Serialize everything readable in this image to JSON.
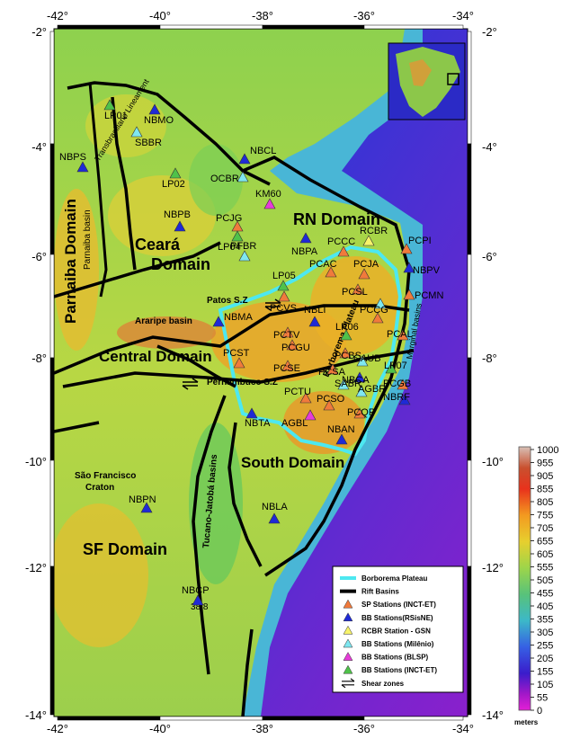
{
  "axes": {
    "lon_ticks": [
      "-42°",
      "-40°",
      "-38°",
      "-36°",
      "-34°"
    ],
    "lat_ticks": [
      "-2°",
      "-4°",
      "-6°",
      "-8°",
      "-10°",
      "-12°",
      "-14°"
    ]
  },
  "regions": {
    "parnaiba_domain": "Parnaiba Domain",
    "parnaiba_basin": "Parnaiba basin",
    "transbrasiliano": "Transbrasiliano Lineament",
    "ceara_domain_1": "Ceará",
    "ceara_domain_2": "Domain",
    "rn_domain": "RN Domain",
    "central_domain": "Central Domain",
    "araripe_basin": "Araripe basin",
    "patos_sz": "Patos S.Z",
    "pernambuco_sz": "Pernambuco S.Z",
    "borborema_plateau": "Borborema Plateau",
    "south_domain": "South Domain",
    "tucano_jatoba": "Tucano-Jatobá basins",
    "sao_francisco_1": "São Francisco",
    "sao_francisco_2": "Craton",
    "sf_domain": "SF Domain",
    "marginal_basins": "Marginal basins",
    "elevation_mark": "38.8"
  },
  "stations": [
    {
      "name": "LP01",
      "type": "inct_bb"
    },
    {
      "name": "NBMO",
      "type": "rsisne"
    },
    {
      "name": "SBBR",
      "type": "milenio"
    },
    {
      "name": "NBPS",
      "type": "rsisne"
    },
    {
      "name": "LP02",
      "type": "inct_bb"
    },
    {
      "name": "NBCL",
      "type": "rsisne"
    },
    {
      "name": "OCBR",
      "type": "milenio"
    },
    {
      "name": "KM60",
      "type": "blsp"
    },
    {
      "name": "NBPB",
      "type": "rsisne"
    },
    {
      "name": "PCJG",
      "type": "sp"
    },
    {
      "name": "LP04",
      "type": "inct_bb"
    },
    {
      "name": "PFBR",
      "type": "milenio"
    },
    {
      "name": "NBPA",
      "type": "rsisne"
    },
    {
      "name": "PCCC",
      "type": "sp"
    },
    {
      "name": "RCBR",
      "type": "gsn"
    },
    {
      "name": "PCPI",
      "type": "sp"
    },
    {
      "name": "NBPV",
      "type": "rsisne"
    },
    {
      "name": "LP05",
      "type": "inct_bb"
    },
    {
      "name": "PCAC",
      "type": "sp"
    },
    {
      "name": "PCJA",
      "type": "sp"
    },
    {
      "name": "PCSL",
      "type": "sp"
    },
    {
      "name": "PCVS",
      "type": "sp"
    },
    {
      "name": "PCMN",
      "type": "sp"
    },
    {
      "name": "SBBR",
      "type": "milenio",
      "dup": true
    },
    {
      "name": "NBMA",
      "type": "rsisne"
    },
    {
      "name": "NBLI",
      "type": "rsisne"
    },
    {
      "name": "PCCG",
      "type": "sp"
    },
    {
      "name": "PCTV",
      "type": "sp"
    },
    {
      "name": "LP06",
      "type": "inct_bb"
    },
    {
      "name": "PCAL",
      "type": "sp"
    },
    {
      "name": "PCGU",
      "type": "sp"
    },
    {
      "name": "PCST",
      "type": "sp"
    },
    {
      "name": "PCSE",
      "type": "sp"
    },
    {
      "name": "PCSA",
      "type": "sp"
    },
    {
      "name": "PCBS",
      "type": "sp"
    },
    {
      "name": "CAUB",
      "type": "milenio"
    },
    {
      "name": "LP07",
      "type": "inct_bb"
    },
    {
      "name": "NBCA",
      "type": "rsisne"
    },
    {
      "name": "SABR",
      "type": "milenio"
    },
    {
      "name": "AGBR",
      "type": "milenio"
    },
    {
      "name": "PCGB",
      "type": "sp"
    },
    {
      "name": "PCTU",
      "type": "sp"
    },
    {
      "name": "PCSO",
      "type": "sp"
    },
    {
      "name": "NBRF",
      "type": "rsisne"
    },
    {
      "name": "PCQP",
      "type": "sp"
    },
    {
      "name": "NBTA",
      "type": "rsisne"
    },
    {
      "name": "AGBL",
      "type": "blsp"
    },
    {
      "name": "NBAN",
      "type": "rsisne"
    },
    {
      "name": "NBPN",
      "type": "rsisne"
    },
    {
      "name": "NBLA",
      "type": "rsisne"
    },
    {
      "name": "NBCP",
      "type": "rsisne"
    }
  ],
  "legend": {
    "items": [
      {
        "label": "Borborema Plateau",
        "kind": "line",
        "color": "#4de8f0"
      },
      {
        "label": "Rift Basins",
        "kind": "line",
        "color": "#000000"
      },
      {
        "label": "SP Stations (INCT-ET)",
        "kind": "tri",
        "color": "#f07a3c"
      },
      {
        "label": "BB Stations(RSisNE)",
        "kind": "tri",
        "color": "#1f2ad6"
      },
      {
        "label": "RCBR Station - GSN",
        "kind": "tri",
        "color": "#f7f36a"
      },
      {
        "label": "BB Stations (Milênio)",
        "kind": "tri",
        "color": "#7fe7f0"
      },
      {
        "label": "BB Stations (BLSP)",
        "kind": "tri",
        "color": "#e63cd8"
      },
      {
        "label": "BB Stations (INCT-ET)",
        "kind": "tri",
        "color": "#4fc24a"
      },
      {
        "label": "Shear zones",
        "kind": "arrows",
        "color": "#000000"
      }
    ]
  },
  "colorbar": {
    "labels": [
      "1000",
      "955",
      "905",
      "855",
      "805",
      "755",
      "705",
      "655",
      "605",
      "555",
      "505",
      "455",
      "405",
      "355",
      "305",
      "255",
      "205",
      "155",
      "105",
      "55",
      "0"
    ],
    "unit": "meters",
    "colors": [
      "#c99b8c",
      "#c25a3c",
      "#d8301c",
      "#ea5a12",
      "#f2861a",
      "#f5a722",
      "#e9c32c",
      "#cfd33a",
      "#a5d446",
      "#7acd51",
      "#5fc56d",
      "#4fc39d",
      "#3eb9c6",
      "#3aa3de",
      "#387ee6",
      "#3354e6",
      "#2c2fd8",
      "#4a16c8",
      "#7a12c4",
      "#b418c8",
      "#d91ed4"
    ]
  }
}
